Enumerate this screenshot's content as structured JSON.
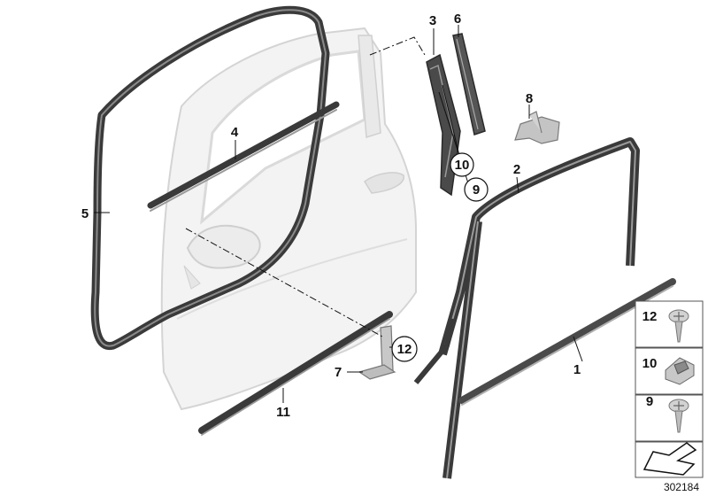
{
  "callouts": {
    "c1": "1",
    "c2": "2",
    "c3": "3",
    "c4": "4",
    "c5": "5",
    "c6": "6",
    "c7": "7",
    "c8": "8",
    "c9": "9",
    "c10": "10",
    "c11": "11",
    "c12": "12"
  },
  "legend": {
    "items": [
      "12",
      "10",
      "9"
    ]
  },
  "diagram_id": "302184",
  "colors": {
    "line": "#111111",
    "door_fill": "#f2f2f2",
    "door_edge": "#d6d6d6",
    "seal": "#3a3a3a",
    "seal_light": "#8a8a8a",
    "hardware": "#b5b5b5"
  }
}
